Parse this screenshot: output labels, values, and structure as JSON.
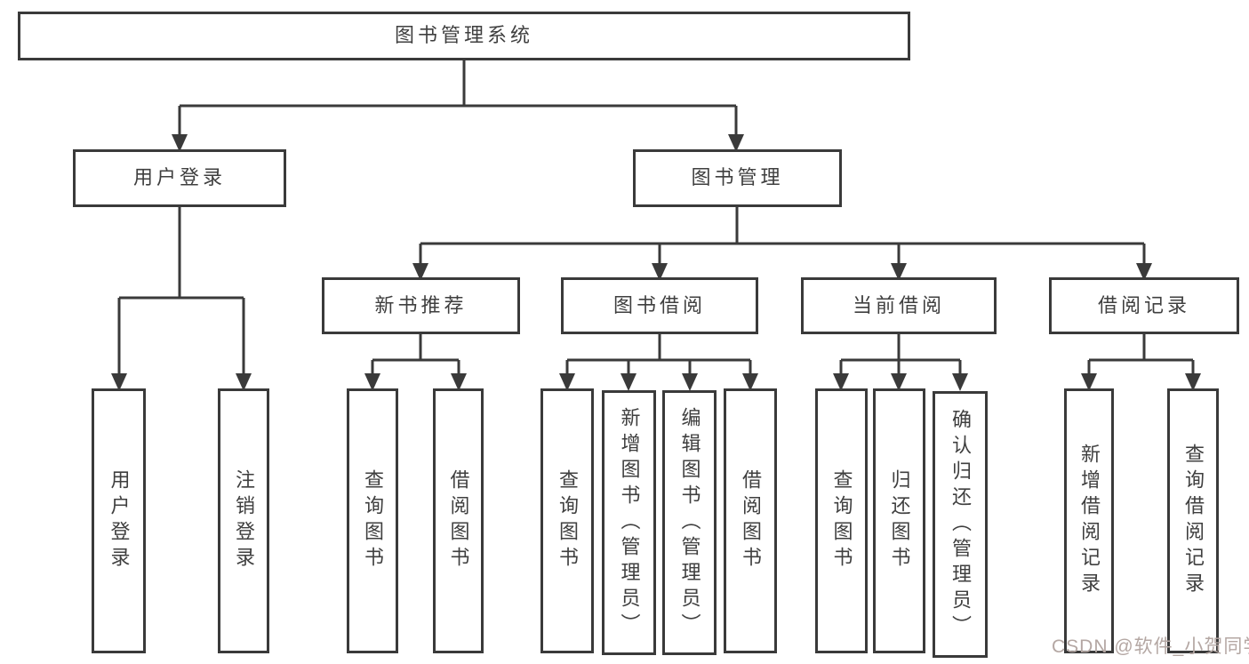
{
  "diagram": {
    "root": {
      "label": "图书管理系统"
    },
    "branches": [
      {
        "label": "用户登录",
        "children": [
          {
            "label": "用户登录"
          },
          {
            "label": "注销登录"
          }
        ]
      },
      {
        "label": "图书管理",
        "sections": [
          {
            "label": "新书推荐",
            "children": [
              {
                "label": "查询图书"
              },
              {
                "label": "借阅图书"
              }
            ]
          },
          {
            "label": "图书借阅",
            "children": [
              {
                "label": "查询图书"
              },
              {
                "label": "新增图书（管理员）"
              },
              {
                "label": "编辑图书（管理员）"
              },
              {
                "label": "借阅图书"
              }
            ]
          },
          {
            "label": "当前借阅",
            "children": [
              {
                "label": "查询图书"
              },
              {
                "label": "归还图书"
              },
              {
                "label": "确认归还（管理员）"
              }
            ]
          },
          {
            "label": "借阅记录",
            "children": [
              {
                "label": "新增借阅记录"
              },
              {
                "label": "查询借阅记录"
              }
            ]
          }
        ]
      }
    ]
  },
  "watermark": {
    "text": "CSDN @软件_小贺同学",
    "color": "#b4a7a3"
  },
  "colors": {
    "line": "#3a3a3a",
    "text": "#3f3f3f",
    "background": "#ffffff"
  }
}
